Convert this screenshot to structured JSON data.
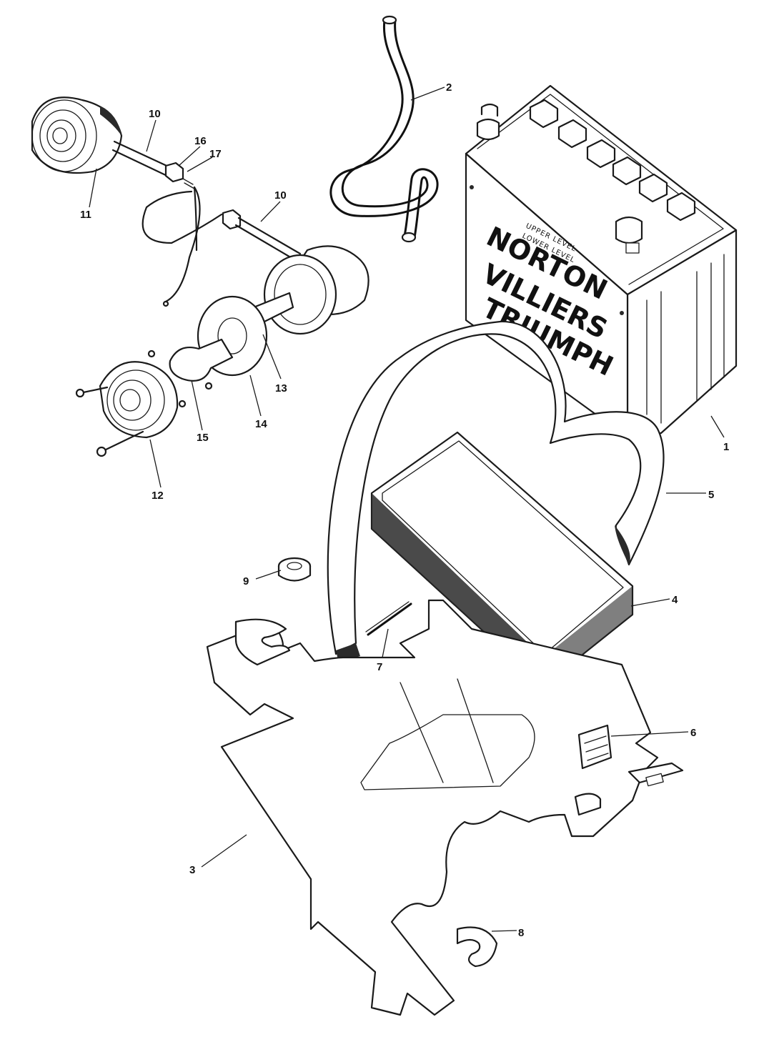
{
  "diagram": {
    "callouts": {
      "c1": "1",
      "c2": "2",
      "c3": "3",
      "c4": "4",
      "c5": "5",
      "c6": "6",
      "c7": "7",
      "c8": "8",
      "c9": "9",
      "c10a": "10",
      "c10b": "10",
      "c11": "11",
      "c12": "12",
      "c13": "13",
      "c14": "14",
      "c15": "15",
      "c16": "16",
      "c17": "17"
    },
    "battery_logo": {
      "line1": "NORTON",
      "line2": "VILLIERS",
      "line3": "TRIUMPH",
      "upper_level": "UPPER LEVEL",
      "lower_level": "LOWER LEVEL"
    }
  }
}
